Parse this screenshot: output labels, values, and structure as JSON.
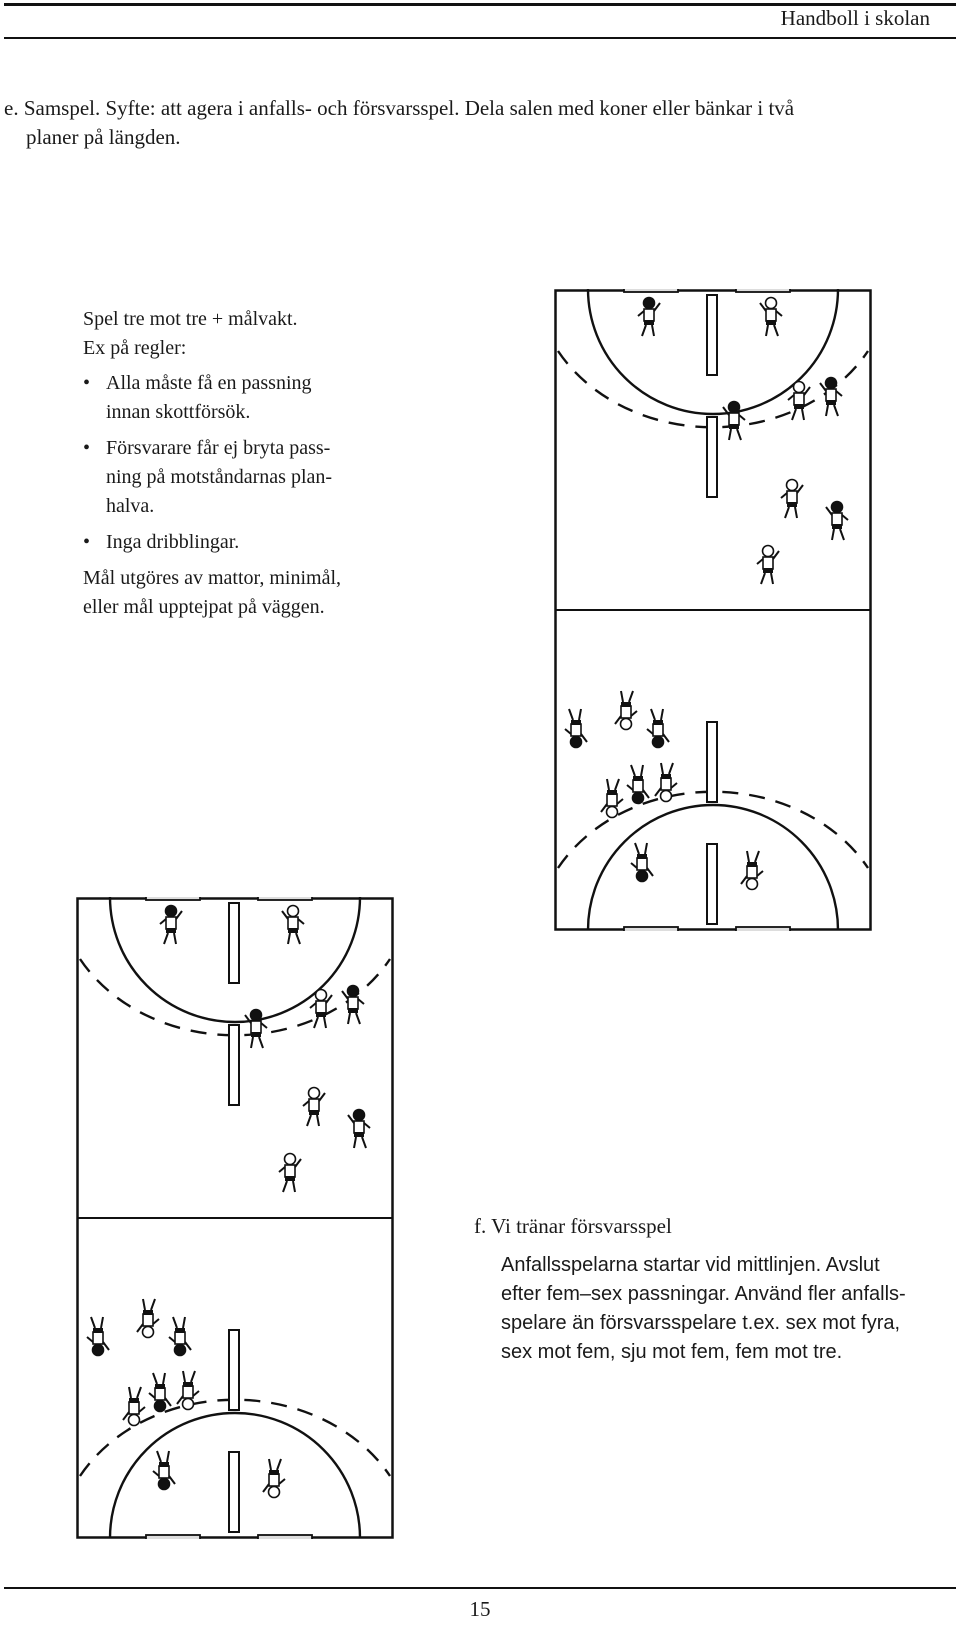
{
  "header": {
    "title": "Handboll i skolan"
  },
  "section_e": {
    "intro_line1": "e. Samspel. Syfte: att agera i anfalls- och försvarsspel. Dela salen med koner eller bänkar i två",
    "intro_line2": "planer på längden.",
    "game_line": "Spel tre mot tre + målvakt.",
    "rules_heading": "Ex på regler:",
    "bullet_symbol": "•",
    "rules": [
      {
        "lines": [
          "Alla måste få en passning",
          "innan skottförsök."
        ]
      },
      {
        "lines": [
          "Försvarare får ej bryta pass-",
          "ning på  motståndarnas plan-",
          "halva."
        ]
      },
      {
        "lines": [
          "Inga dribblingar."
        ]
      }
    ],
    "goals_text": [
      "Mål utgöres av mattor, minimål,",
      "eller mål upptejpat på väggen."
    ]
  },
  "section_f": {
    "heading": "f. Vi tränar försvarsspel",
    "body": [
      "Anfallsspelarna startar vid mittlinjen. Avslut",
      "efter fem–sex passningar. Använd fler anfalls-",
      "spelare än försvarsspelare t.ex. sex mot fyra,",
      "sex mot fem, sju mot fem, fem mot tre."
    ]
  },
  "figures": [
    {
      "name": "court-diagram-top",
      "players_per_half": 8
    },
    {
      "name": "court-diagram-bottom",
      "players_per_half": 8
    }
  ],
  "footer": {
    "page_number": "15"
  },
  "colors": {
    "ink": "#111111",
    "paper": "#ffffff"
  }
}
